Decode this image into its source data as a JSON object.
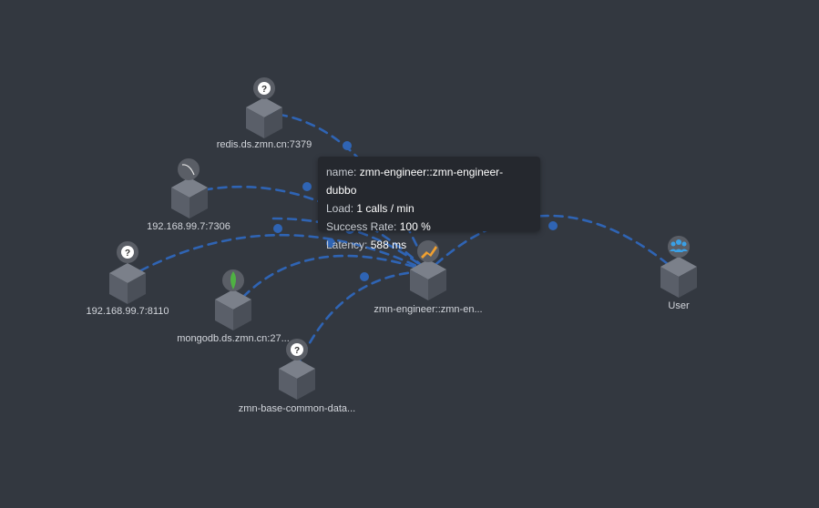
{
  "nodes": [
    {
      "id": "redis",
      "label": "redis.ds.zmn.cn:7379",
      "icon": "unknown-icon"
    },
    {
      "id": "mysql",
      "label": "192.168.99.7:7306",
      "icon": "mysql-icon"
    },
    {
      "id": "svc8110",
      "label": "192.168.99.7:8110",
      "icon": "unknown-icon"
    },
    {
      "id": "mongo",
      "label": "mongodb.ds.zmn.cn:27...",
      "icon": "mongodb-icon"
    },
    {
      "id": "common",
      "label": "zmn-base-common-data...",
      "icon": "unknown-icon"
    },
    {
      "id": "engineer",
      "label": "zmn-engineer::zmn-en...",
      "icon": "dubbo-icon"
    },
    {
      "id": "user",
      "label": "User",
      "icon": "user-group-icon"
    }
  ],
  "tooltip": {
    "name_key": "name:",
    "name_val": "zmn-engineer::zmn-engineer-dubbo",
    "load_key": "Load:",
    "load_val": "1 calls / min",
    "sr_key": "Success Rate:",
    "sr_val": "100 %",
    "lat_key": "Latency:",
    "lat_val": "588 ms"
  },
  "colors": {
    "background": "#333840",
    "edge": "#2f64b4",
    "node_cube": "#5a5f6a",
    "tooltip_bg": "#25282e"
  }
}
